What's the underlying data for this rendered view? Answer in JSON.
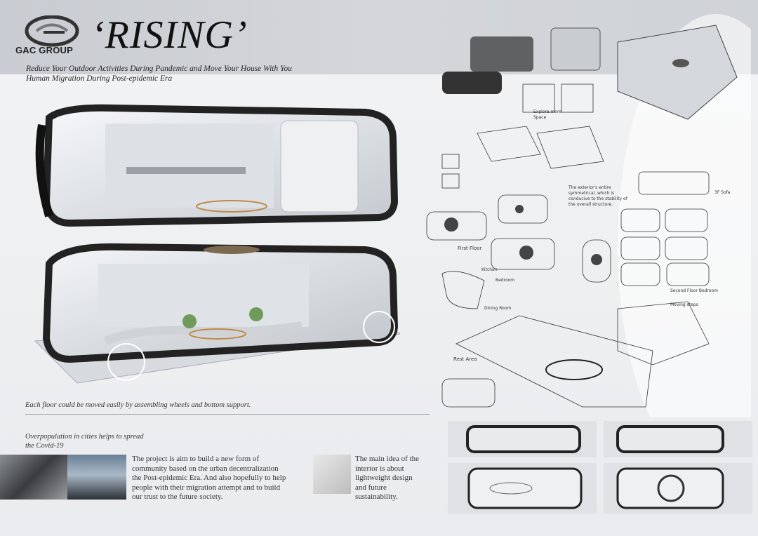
{
  "brand": {
    "logo_text": "GAC GROUP",
    "title": "‘RISING’"
  },
  "subtitles": [
    "Reduce Your Outdoor Activities During Pandemic and Move Your House With You",
    "Human Migration During Post-epidemic Era"
  ],
  "caption": "Each floor could be moved easily by assembling wheels and bottom support.",
  "side_note": "Overpopulation in cities helps to spread the Covid-19",
  "paragraph_project": "The project is aim to build a new form of community based on the urban decentralization the Post-epidemic Era. And also hopefully to help people with their migration attempt and to build our trust to the future society.",
  "paragraph_interior": "The main idea of the interior is about lightweight design and future sustainability.",
  "sketch_notes": {
    "explore": "Explore more Space",
    "structure": "The exterior's entire symmetrical, which is conducive to the stability of the overall structure.",
    "first_floor": "First Floor",
    "kitchen": "Kitchen",
    "bedroom": "Bedroom",
    "dining": "Dining Room",
    "second_floor": "Second Floor Bedroom",
    "rest_area": "Rest Area",
    "moving_steps": "Moving steps",
    "third": "3F Sofa"
  },
  "colors": {
    "accent": "#111111",
    "band": "#cdd0d5",
    "background": "#eceef1"
  }
}
